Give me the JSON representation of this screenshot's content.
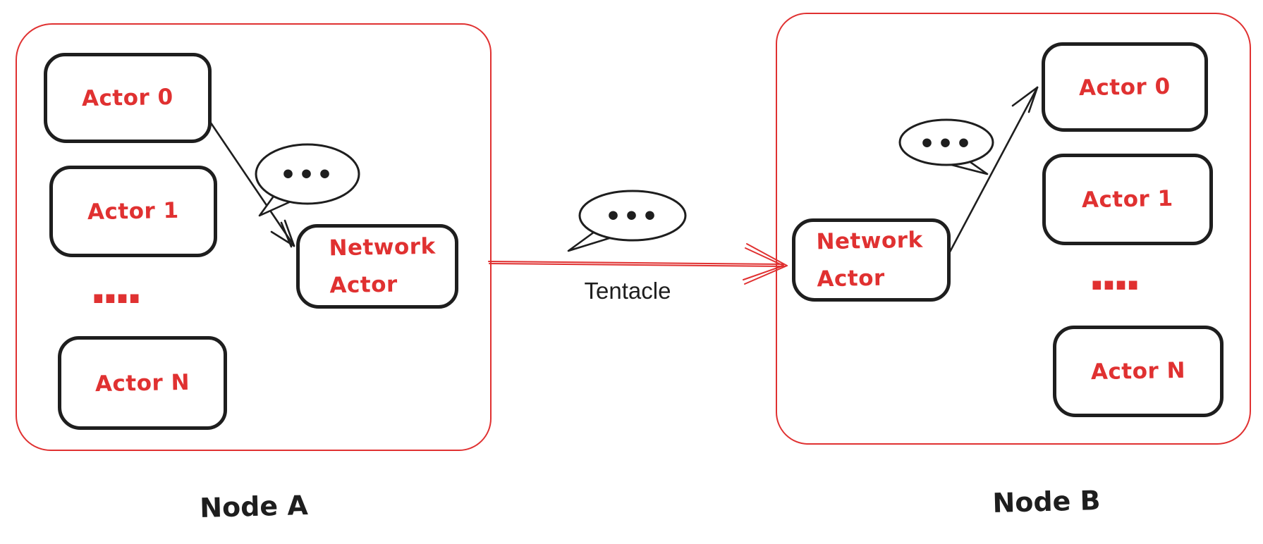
{
  "palette": {
    "accent_red": "#e03131",
    "ink_black": "#1e1e1e",
    "background": "#ffffff"
  },
  "node_a": {
    "label": "Node A",
    "actors": [
      "Actor 0",
      "Actor 1",
      "Actor N"
    ],
    "ellipsis": "....",
    "network_actor": {
      "line1": "Network",
      "line2": "Actor"
    }
  },
  "node_b": {
    "label": "Node B",
    "actors": [
      "Actor 0",
      "Actor 1",
      "Actor N"
    ],
    "ellipsis": "....",
    "network_actor": {
      "line1": "Network",
      "line2": "Actor"
    }
  },
  "link": {
    "label": "Tentacle"
  },
  "icons": {
    "speech_bubble_dots": "•••"
  }
}
